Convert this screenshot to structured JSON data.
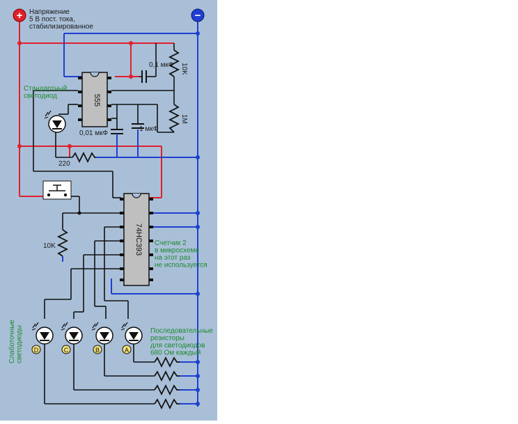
{
  "power": {
    "plus_symbol": "+",
    "minus_symbol": "−",
    "supply_label": "Напряжение\n5 В пост. тока,\nстабилизированное"
  },
  "timer": {
    "chip_label": "555",
    "cap_top": "0,1 мкФ",
    "cap_bottom_left": "0,01 мкФ",
    "cap_bottom_right": "1 мкФ",
    "res_top": "10K",
    "res_mid": "1M",
    "res_led": "220",
    "led_label": "Стандартный\nсветодиод"
  },
  "counter": {
    "chip_label": "74HC393",
    "note": "Счетчик 2\nв микросхеме\nна этот раз\nне используется",
    "res_pull": "10K"
  },
  "leds": {
    "side_label": "Слаботочные\nсветодиоды",
    "letters": [
      "D",
      "C",
      "B",
      "A"
    ],
    "series_note": "Последовательные\nрезисторы\nдля светодиодов\n680 Ом каждый"
  },
  "colors": {
    "background": "#a9bfd8",
    "positive_wire": "#e0202a",
    "negative_wire": "#1f3fd0",
    "label_green": "#1e8a2e"
  }
}
